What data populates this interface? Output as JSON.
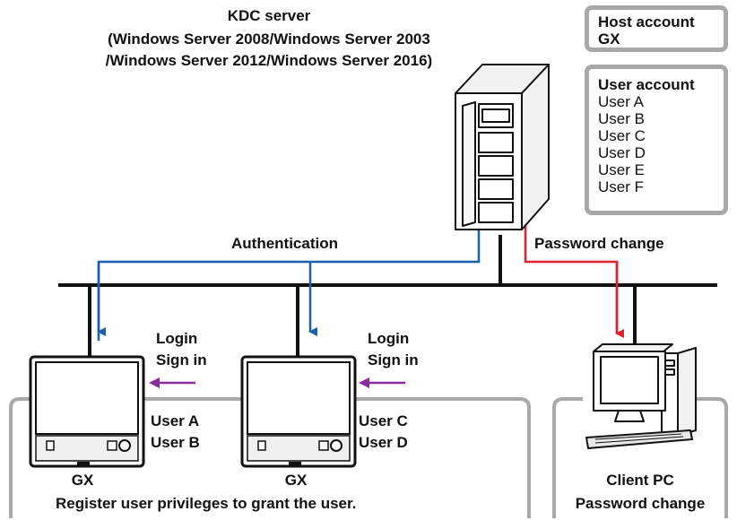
{
  "kdc_server": {
    "title": "KDC server",
    "line1": "(Windows Server 2008/Windows Server 2003",
    "line2": "/Windows Server 2012/Windows Server 2016)"
  },
  "host_account": {
    "label": "Host account",
    "value": "GX"
  },
  "user_account": {
    "label": "User account",
    "users": [
      "User A",
      "User B",
      "User C",
      "User D",
      "User E",
      "User F"
    ]
  },
  "authentication_label": "Authentication",
  "password_change_label": "Password change",
  "login_1": {
    "line1": "Login",
    "line2": "Sign in"
  },
  "login_2": {
    "line1": "Login",
    "line2": "Sign in"
  },
  "gx_1": {
    "users": [
      "User A",
      "User B"
    ],
    "label": "GX"
  },
  "gx_2": {
    "users": [
      "User C",
      "User D"
    ],
    "label": "GX"
  },
  "register_note": "Register user privileges to grant the user.",
  "client_pc": {
    "label": "Client PC",
    "note": "Password change"
  },
  "colors": {
    "auth_arrow": "#1b5fae",
    "password_arrow": "#e0202a",
    "login_arrow": "#8a2d9c",
    "frame": "#a8a8a8"
  }
}
